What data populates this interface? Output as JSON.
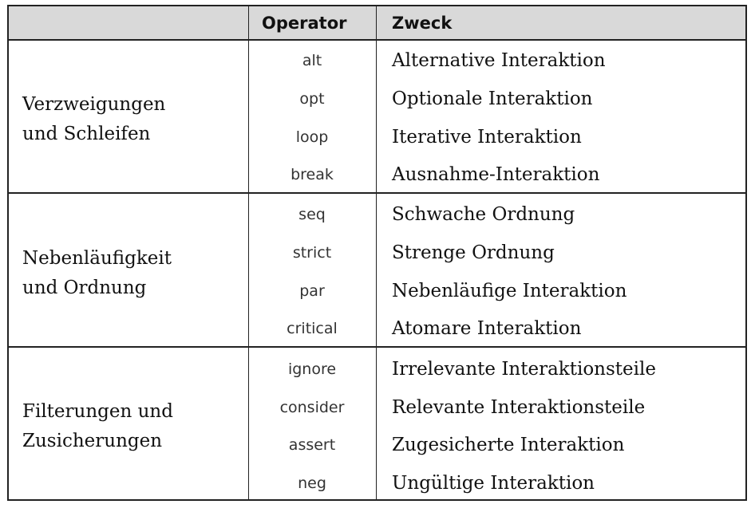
{
  "header": {
    "operator": "Operator",
    "zweck": "Zweck"
  },
  "groups": [
    {
      "label_line1": "Verzweigungen",
      "label_line2": "und Schleifen",
      "rows": [
        {
          "operator": "alt",
          "zweck": "Alternative Interaktion"
        },
        {
          "operator": "opt",
          "zweck": "Optionale Interaktion"
        },
        {
          "operator": "loop",
          "zweck": "Iterative Interaktion"
        },
        {
          "operator": "break",
          "zweck": "Ausnahme-Interaktion"
        }
      ]
    },
    {
      "label_line1": "Nebenläufigkeit",
      "label_line2": "und Ordnung",
      "rows": [
        {
          "operator": "seq",
          "zweck": "Schwache Ordnung"
        },
        {
          "operator": "strict",
          "zweck": "Strenge Ordnung"
        },
        {
          "operator": "par",
          "zweck": "Nebenläufige Interaktion"
        },
        {
          "operator": "critical",
          "zweck": "Atomare Interaktion"
        }
      ]
    },
    {
      "label_line1": "Filterungen und",
      "label_line2": "Zusicherungen",
      "rows": [
        {
          "operator": "ignore",
          "zweck": "Irrelevante Interaktionsteile"
        },
        {
          "operator": "consider",
          "zweck": "Relevante Interaktionsteile"
        },
        {
          "operator": "assert",
          "zweck": "Zugesicherte Interaktion"
        },
        {
          "operator": "neg",
          "zweck": "Ungültige Interaktion"
        }
      ]
    }
  ]
}
